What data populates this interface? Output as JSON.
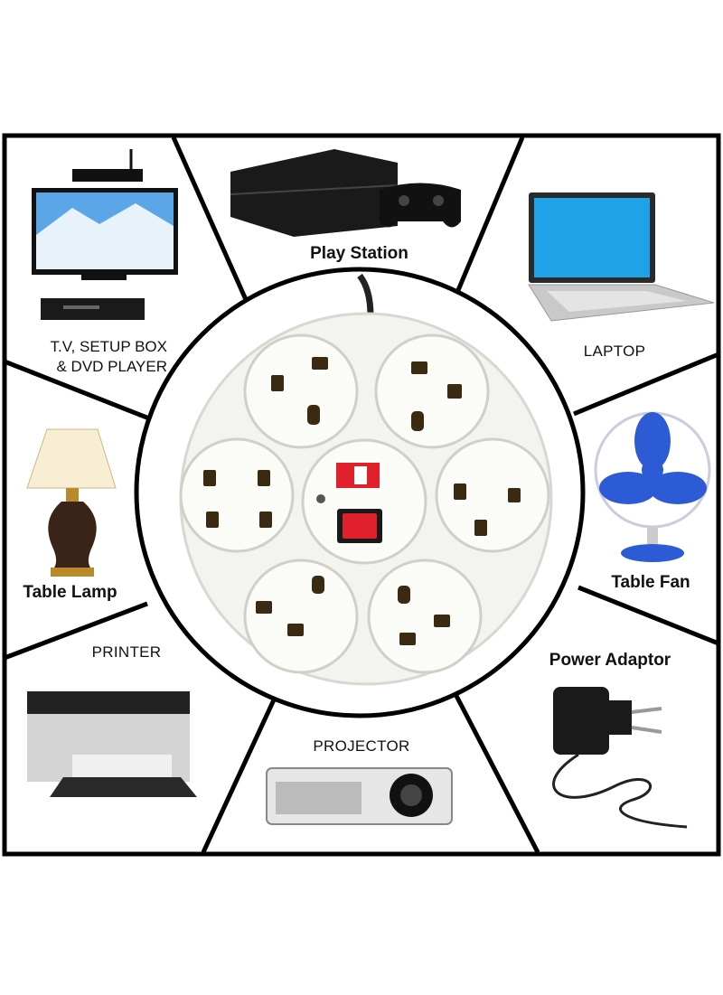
{
  "labels": {
    "play_station": "Play Station",
    "tv_line1": "T.V, SETUP BOX",
    "tv_line2": "& DVD PLAYER",
    "laptop": "LAPTOP",
    "table_lamp": "Table Lamp",
    "table_fan": "Table Fan",
    "printer": "PRINTER",
    "power_adaptor": "Power Adaptor",
    "projector": "PROJECTOR"
  },
  "colors": {
    "frame": "#000000",
    "board": "#f2f2ee",
    "switch_red": "#e0202a",
    "lamp_shade": "#f7eed4",
    "lamp_base": "#3a2418",
    "laptop_screen": "#1fa3e8",
    "fan_blue": "#2d5bd6"
  }
}
